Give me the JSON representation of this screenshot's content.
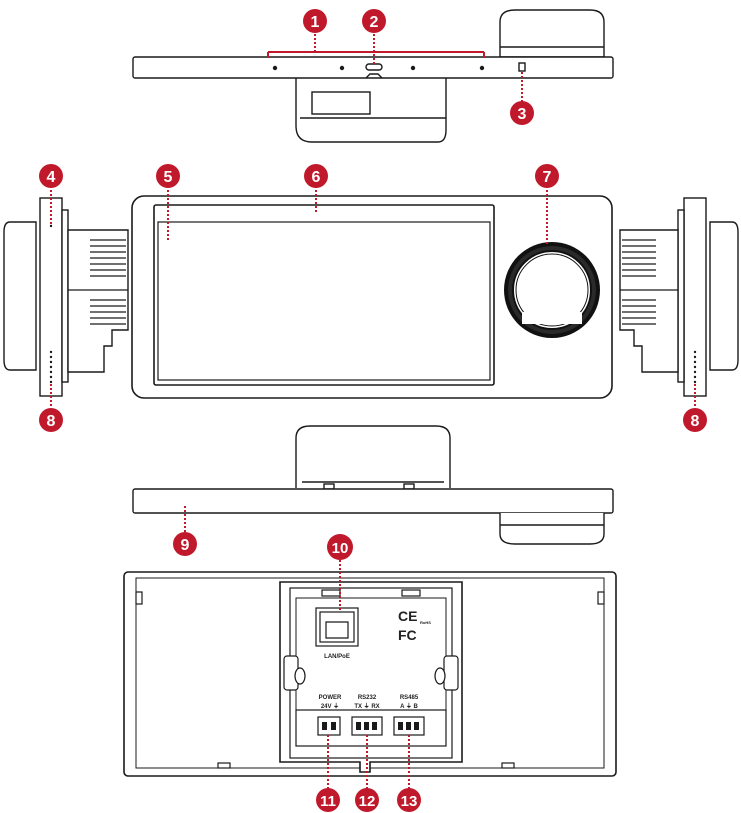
{
  "colors": {
    "callout": "#c0192c",
    "outline": "#1a1a1a",
    "screen": "#ffffff",
    "ring": "#111111"
  },
  "callouts": [
    {
      "id": "1",
      "label": "1"
    },
    {
      "id": "2",
      "label": "2"
    },
    {
      "id": "3",
      "label": "3"
    },
    {
      "id": "4",
      "label": "4"
    },
    {
      "id": "5",
      "label": "5"
    },
    {
      "id": "6",
      "label": "6"
    },
    {
      "id": "7",
      "label": "7"
    },
    {
      "id": "8L",
      "label": "8"
    },
    {
      "id": "8R",
      "label": "8"
    },
    {
      "id": "9",
      "label": "9"
    },
    {
      "id": "10",
      "label": "10"
    },
    {
      "id": "11",
      "label": "11"
    },
    {
      "id": "12",
      "label": "12"
    },
    {
      "id": "13",
      "label": "13"
    }
  ],
  "back_panel": {
    "lan_label": "LAN/PoE",
    "marks": {
      "ce": "CE",
      "fc": "FC",
      "rohs": "RoHS"
    },
    "power": {
      "title": "POWER",
      "pins": "24V ⏚"
    },
    "rs232": {
      "title": "RS232",
      "pins": "TX ⏚ RX"
    },
    "rs485": {
      "title": "RS485",
      "pins": "A ⏚ B"
    }
  }
}
